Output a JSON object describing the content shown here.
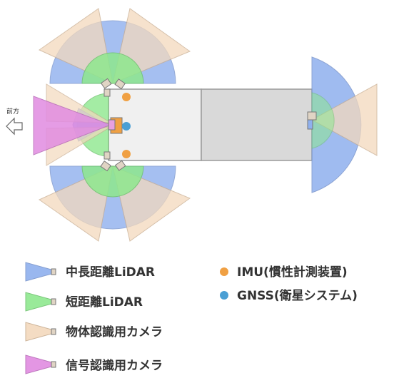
{
  "direction_label": "前方",
  "legend": {
    "mid_long_lidar": "中長距離LiDAR",
    "short_lidar": "短距離LiDAR",
    "object_camera": "物体認識用カメラ",
    "signal_camera": "信号認識用カメラ",
    "imu": "IMU(慣性計測装置)",
    "gnss": "GNSS(衛星システム)"
  },
  "colors": {
    "mid_long_lidar": "#8fb0ee",
    "short_lidar": "#8ee88e",
    "object_camera": "#f3d9bd",
    "signal_camera": "#e18be1",
    "imu": "#f0a043",
    "gnss": "#4a9fd4",
    "vehicle_front": "#f0f0f0",
    "vehicle_rear": "#d9d9d9"
  }
}
